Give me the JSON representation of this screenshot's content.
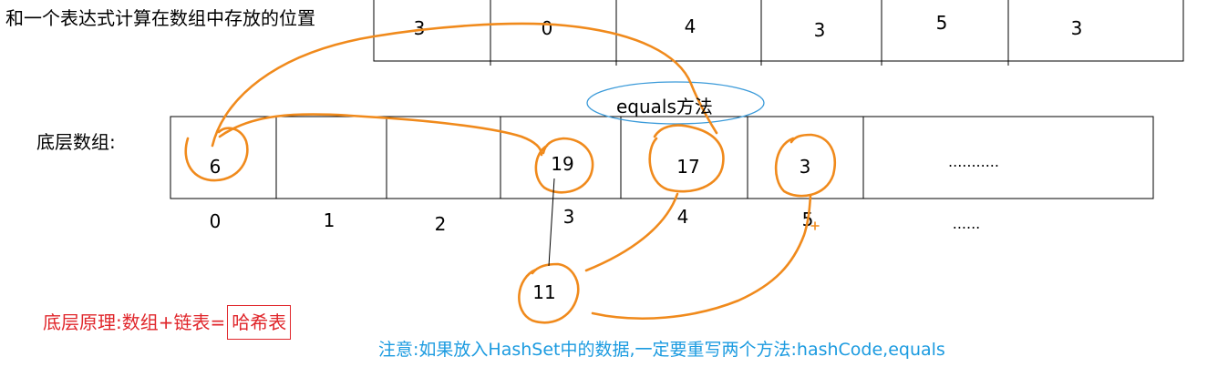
{
  "title": "和一个表达式计算在数组中存放的位置",
  "top_row": [
    "3",
    "0",
    "4",
    "3",
    "5",
    "3"
  ],
  "array_label": "底层数组:",
  "array_values": [
    "6",
    "",
    "",
    "19",
    "17",
    "3",
    "..........."
  ],
  "indices": [
    "0",
    "1",
    "2",
    "3",
    "4",
    "5",
    "......"
  ],
  "chain_node": "11",
  "equals_label": "equals方法",
  "principle": {
    "prefix": "底层原理:数组+链表=",
    "boxed": "哈希表"
  },
  "note": "注意:如果放入HashSet中的数据,一定要重写两个方法:hashCode,equals",
  "colors": {
    "ink": "#000000",
    "orange": "#f08a1c",
    "ellipse": "#3a9ad9",
    "principle": "#e0262b",
    "note": "#1c9be0"
  }
}
